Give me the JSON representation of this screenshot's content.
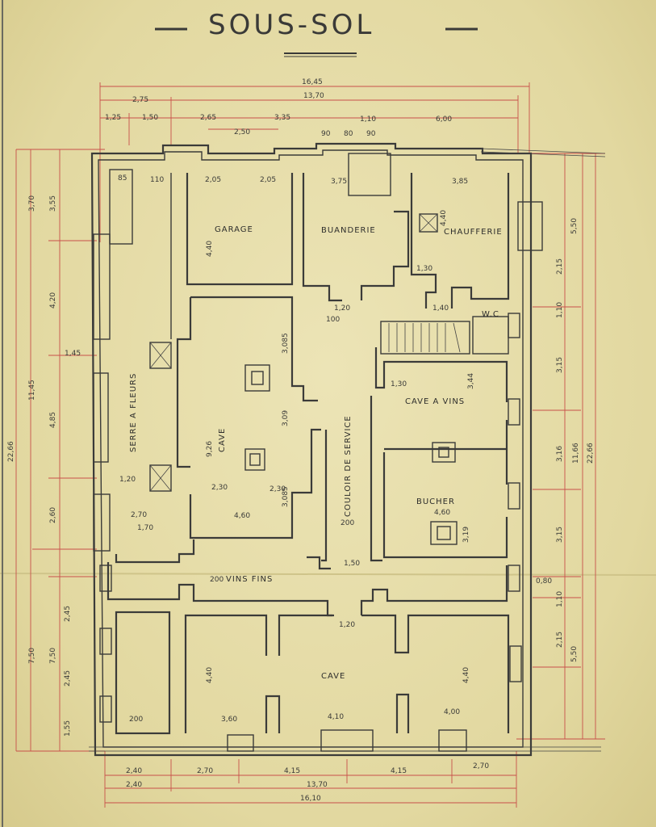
{
  "title": "SOUS-SOL",
  "rooms": {
    "garage": "GARAGE",
    "buanderie": "BUANDERIE",
    "chaufferie": "CHAUFFERIE",
    "wc": "W.C",
    "serre": "SERRE A FLEURS",
    "cave_centre": "CAVE",
    "couloir": "COULOIR DE SERVICE",
    "cave_vins": "CAVE A VINS",
    "bucher": "BUCHER",
    "vins_fins": "VINS FINS",
    "cave_bas": "CAVE"
  },
  "dims": {
    "top_total": "16,45",
    "top_13": "13,70",
    "d_275": "2,75",
    "d_125": "1,25",
    "d_150": "1,50",
    "d_265": "2,65",
    "d_335": "3,35",
    "d_110": "1,10",
    "d_600": "6,00",
    "d_250": "2,50",
    "d_90a": "90",
    "d_80a": "80",
    "d_90b": "90",
    "d_205a": "2,05",
    "d_205b": "2,05",
    "d_375": "3,75",
    "d_385": "3,85",
    "d_85": "85",
    "d_110b": "110",
    "d_440a": "4,40",
    "d_440b": "4,40",
    "d_3085": "3,085",
    "d_309": "3,09",
    "d_926": "9,26",
    "d_230a": "2,30",
    "d_230b": "2,30",
    "d_460a": "4,60",
    "d_460b": "4,60",
    "d_270": "2,70",
    "d_170": "1,70",
    "d_200": "200",
    "d_150b": "1,50",
    "d_344": "3,44",
    "d_319": "3,19",
    "d_410": "4,10",
    "d_400": "4,00",
    "d_360": "3,60",
    "d_200b": "200",
    "left_370": "3,70",
    "left_355": "3,55",
    "left_420": "4,20",
    "left_1145": "11,45",
    "left_2266": "22,66",
    "left_485": "4,85",
    "left_260": "2,60",
    "left_750a": "7,50",
    "left_750b": "7,50",
    "left_245a": "2,45",
    "left_245b": "2,45",
    "left_155": "1,55",
    "right_550a": "5,50",
    "right_215a": "2,15",
    "right_315a": "3,15",
    "right_316": "3,16",
    "right_315b": "3,15",
    "right_1166": "11,66",
    "right_2266": "22,66",
    "right_215b": "2,15",
    "right_550b": "5,50",
    "right_110a": "1,10",
    "right_110b": "1,10",
    "right_080": "0,80",
    "bot_240a": "2,40",
    "bot_240b": "2,40",
    "bot_270a": "2,70",
    "bot_415a": "4,15",
    "bot_415b": "4,15",
    "bot_270b": "2,70",
    "bot_1370": "13,70",
    "bot_1610": "16,10",
    "d_120a": "1,20",
    "d_120b": "1,20",
    "d_120c": "1,20",
    "d_100": "100",
    "d_140": "1,40",
    "d_130": "1,30",
    "d_145": "1,45"
  }
}
